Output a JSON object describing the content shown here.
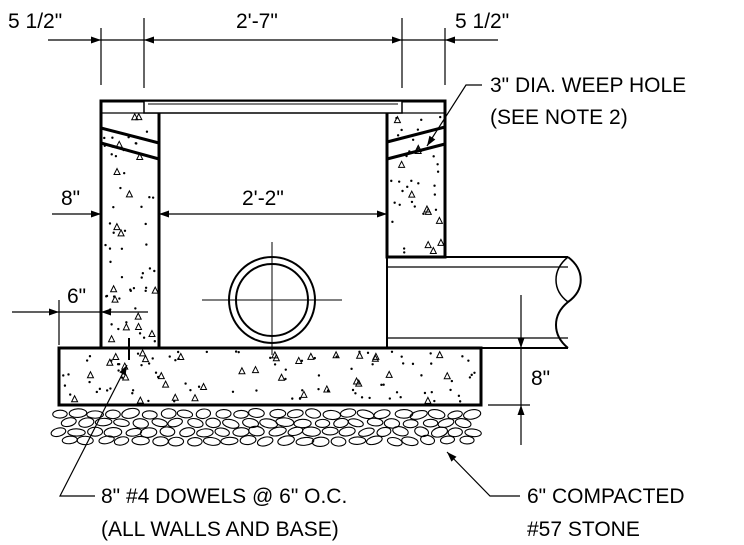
{
  "dimensions": {
    "left_wall": "5 1/2\"",
    "inner_width_top": "2'-7\"",
    "right_wall": "5 1/2\"",
    "wall_depth": "8\"",
    "inner_width": "2'-2\"",
    "dowel_offset": "6\"",
    "base_thickness": "8\""
  },
  "notes": {
    "weep_hole_line1": "3\" DIA. WEEP HOLE",
    "weep_hole_line2": "(SEE NOTE 2)",
    "dowels_line1": "8\" #4 DOWELS @ 6\" O.C.",
    "dowels_line2": "(ALL WALLS AND BASE)",
    "stone_line1": "6\" COMPACTED",
    "stone_line2": "#57 STONE"
  }
}
